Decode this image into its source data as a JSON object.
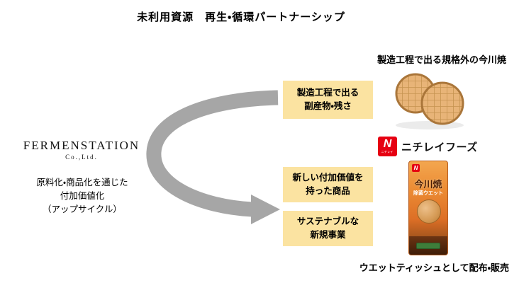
{
  "title": "未利用資源　再生・循環パートナーシップ",
  "captions": {
    "top_right": "製造工程で出る規格外の今川焼",
    "bottom_right": "ウエットティッシュとして配布・販売"
  },
  "boxes": {
    "byproducts": "製造工程で出る\n副産物・残さ",
    "new_value": "新しい付加価値を\n持った商品",
    "sustainable": "サステナブルな\n新規事業"
  },
  "fermenstation": {
    "name": "FERMENSTATION",
    "subtitle": "Co.,Ltd.",
    "description": "原料化・商品化を通じた\n付加価値化\n（アップサイクル）"
  },
  "nichirei": {
    "mark_letter": "N",
    "mark_text": "ニチレイ",
    "logo_text": "ニチレイフーズ",
    "brand_color": "#e60012"
  },
  "package": {
    "product_name": "今川焼",
    "product_sub": "除菌ウエット",
    "logo_letter": "N"
  },
  "colors": {
    "box_fill": "#fbe3a1",
    "arrow": "#a6a6a6"
  }
}
